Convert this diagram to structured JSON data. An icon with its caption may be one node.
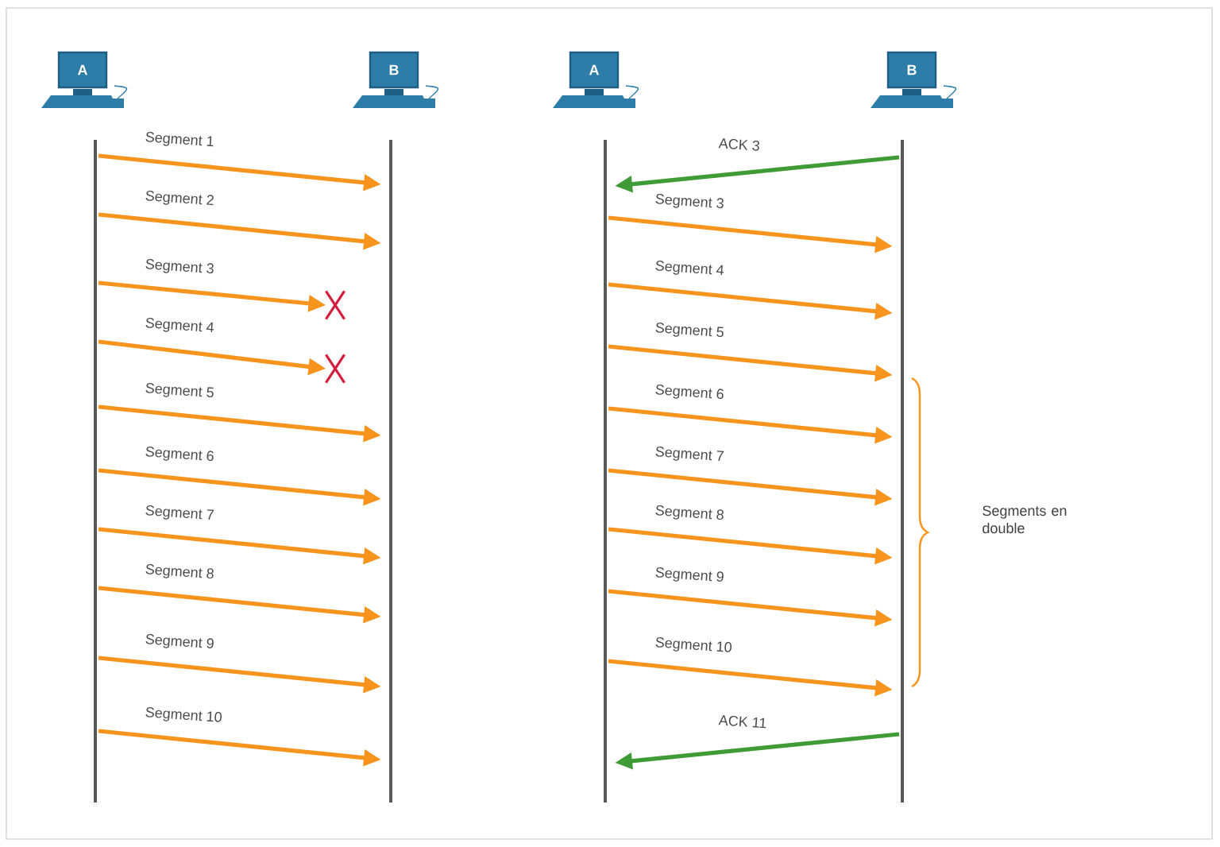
{
  "diagram": {
    "nodes": [
      {
        "text": [
          "A"
        ]
      },
      {
        "text": [
          "B"
        ]
      },
      {
        "text": [
          "A"
        ]
      },
      {
        "text": [
          "B"
        ]
      },
      {
        "text": [],
        "shape": "bar"
      },
      {
        "text": [],
        "shape": "bar"
      },
      {
        "text": [],
        "shape": "bar"
      },
      {
        "text": [],
        "shape": "bar"
      },
      {
        "text": [],
        "shape": "cross"
      },
      {
        "text": [],
        "shape": "cross"
      }
    ],
    "edges": [
      {
        "from": 4,
        "to": 5,
        "arrow": "to",
        "label": "Segment 1"
      },
      {
        "from": 4,
        "to": 5,
        "arrow": "to",
        "label": "Segment 2"
      },
      {
        "from": 4,
        "to": 8,
        "arrow": "to",
        "label": "Segment 3"
      },
      {
        "from": 4,
        "to": 9,
        "arrow": "to",
        "label": "Segment 4"
      },
      {
        "from": 4,
        "to": 5,
        "arrow": "to",
        "label": "Segment 5"
      },
      {
        "from": 4,
        "to": 5,
        "arrow": "to",
        "label": "Segment 6"
      },
      {
        "from": 4,
        "to": 5,
        "arrow": "to",
        "label": "Segment 7"
      },
      {
        "from": 4,
        "to": 5,
        "arrow": "to",
        "label": "Segment 8"
      },
      {
        "from": 4,
        "to": 5,
        "arrow": "to",
        "label": "Segment 9"
      },
      {
        "from": 4,
        "to": 5,
        "arrow": "to",
        "label": "Segment 10"
      },
      {
        "from": 7,
        "to": 6,
        "arrow": "to",
        "label": "ACK 3",
        "color": "#3f9b35"
      },
      {
        "from": 6,
        "to": 7,
        "arrow": "to",
        "label": "Segment 3"
      },
      {
        "from": 6,
        "to": 7,
        "arrow": "to",
        "label": "Segment 4"
      },
      {
        "from": 6,
        "to": 7,
        "arrow": "to",
        "label": "Segment 5"
      },
      {
        "from": 6,
        "to": 7,
        "arrow": "to",
        "label": "Segment 6"
      },
      {
        "from": 6,
        "to": 7,
        "arrow": "to",
        "label": "Segment 7"
      },
      {
        "from": 6,
        "to": 7,
        "arrow": "to",
        "label": "Segment 8"
      },
      {
        "from": 6,
        "to": 7,
        "arrow": "to",
        "label": "Segment 9"
      },
      {
        "from": 6,
        "to": 7,
        "arrow": "to",
        "label": "Segment 10"
      },
      {
        "from": 7,
        "to": 6,
        "arrow": "to",
        "label": "ACK 11",
        "color": "#3f9b35"
      }
    ],
    "labels": [
      "Segments en double"
    ]
  }
}
